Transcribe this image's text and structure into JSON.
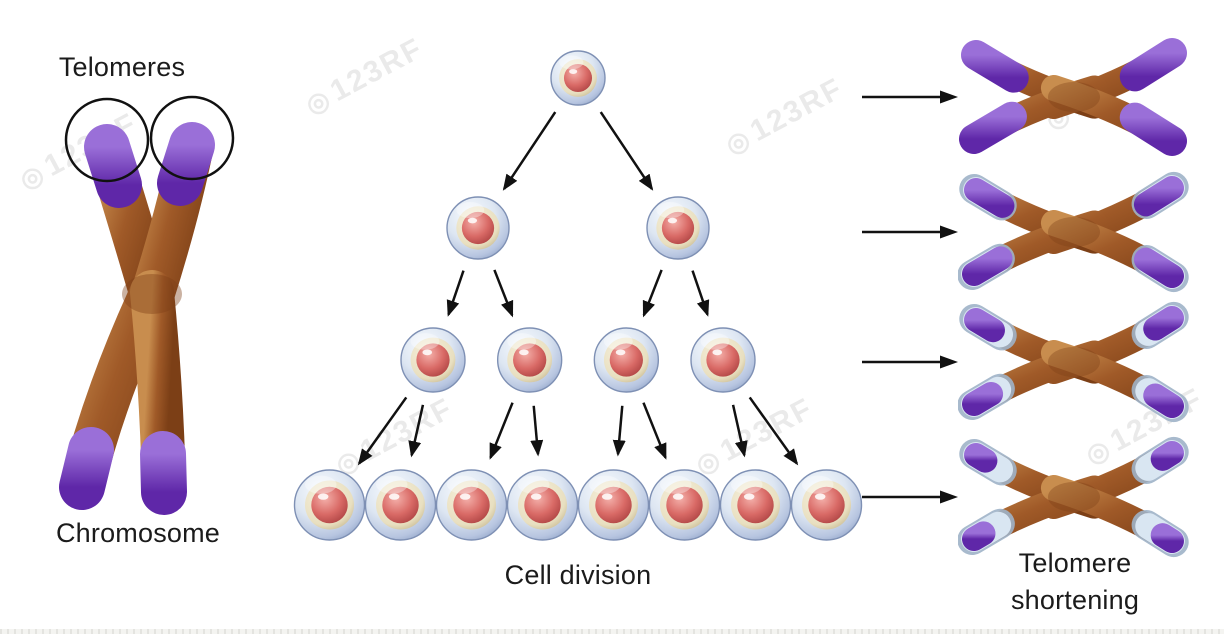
{
  "labels": {
    "telomeres": "Telomeres",
    "chromosome": "Chromosome",
    "cell_division": "Cell division",
    "telomere_shortening_line1": "Telomere",
    "telomere_shortening_line2": "shortening"
  },
  "watermark": {
    "text": "123RF",
    "icon_glyph": "◎"
  },
  "colors": {
    "background": "#ffffff",
    "label_text": "#1b1b1b",
    "arrow": "#111111",
    "chromosome_body": "#a05a28",
    "chromosome_light": "#c88d4e",
    "chromosome_dark": "#7c3f16",
    "telomere": "#5f27a8",
    "telomere_light": "#9a6fd8",
    "telomere_cap": "#d9e6f2",
    "cell_rim": "#8ea2c6",
    "cell_body": "#dde6f2",
    "cell_ring": "#e8dfc0",
    "nucleus": "#d96a66",
    "nucleus_dark": "#a93f3f"
  },
  "cell_division": {
    "rows": [
      1,
      2,
      4,
      8
    ]
  },
  "telomere_shortening": {
    "stages": [
      {
        "telomere_scale": 1.0
      },
      {
        "telomere_scale": 0.7
      },
      {
        "telomere_scale": 0.45
      },
      {
        "telomere_scale": 0.25
      }
    ]
  }
}
